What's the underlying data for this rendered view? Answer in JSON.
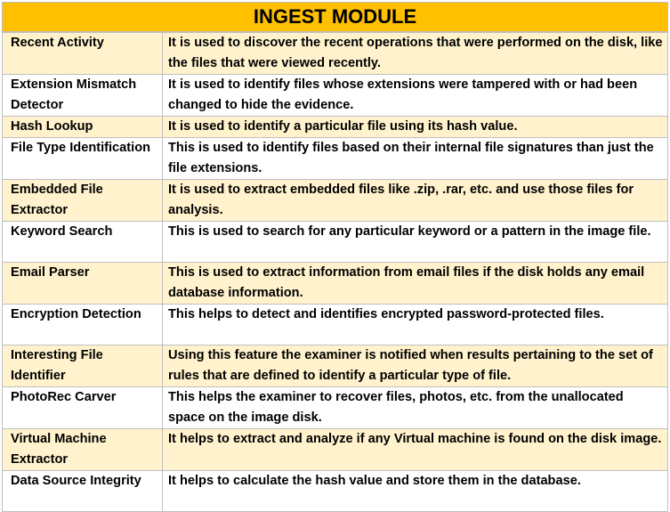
{
  "title": "INGEST MODULE",
  "colors": {
    "header": "#ffc000",
    "row_alt": "#fff2cc",
    "border": "#bfbfbf"
  },
  "rows": [
    {
      "name": "Recent Activity",
      "description": "It is used to discover the recent operations that were performed on the disk, like the files that were viewed recently."
    },
    {
      "name": "Extension Mismatch Detector",
      "description": "It is used to identify files whose extensions were tampered with or had been changed to hide the evidence."
    },
    {
      "name": "Hash Lookup",
      "description": "It is used to identify a particular file using its hash value."
    },
    {
      "name": "File Type Identification",
      "description": "This is used to identify files based on their internal file signatures than just the file extensions."
    },
    {
      "name": "Embedded File Extractor",
      "description": "It is used to extract embedded files like .zip, .rar, etc. and use those files for analysis."
    },
    {
      "name": "Keyword Search",
      "description": "This is used to search for any particular keyword or a pattern in the image file."
    },
    {
      "name": "Email Parser",
      "description": "This is used to extract information from email files if the disk holds any email database information."
    },
    {
      "name": "Encryption Detection",
      "description": "This helps to detect and identifies encrypted password-protected files."
    },
    {
      "name": "Interesting File Identifier",
      "description": " Using this feature the examiner is notified when results pertaining to the set of rules that are defined to identify a particular type of file."
    },
    {
      "name": "PhotoRec Carver",
      "description": "This helps the examiner to recover files, photos, etc. from the unallocated space on the image disk."
    },
    {
      "name": "Virtual Machine Extractor",
      "description": "It helps to extract and analyze if any Virtual machine is found on the disk image."
    },
    {
      "name": "Data Source Integrity",
      "description": "It helps to calculate the hash value and store them in the database."
    }
  ]
}
